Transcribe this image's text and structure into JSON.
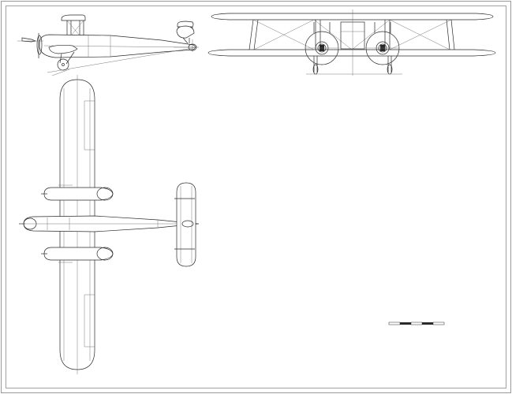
{
  "drawing": {
    "subject": "biplane-three-view",
    "views": [
      "side-view",
      "front-view",
      "top-view"
    ],
    "colors": {
      "line": "#2a2a2a",
      "thin_line": "#6a6a6a",
      "paper": "#ffffff",
      "border": "#8a8a8a"
    },
    "scale_bar": {
      "segments": 5,
      "pattern": [
        "white",
        "black",
        "white",
        "black",
        "white"
      ]
    }
  }
}
